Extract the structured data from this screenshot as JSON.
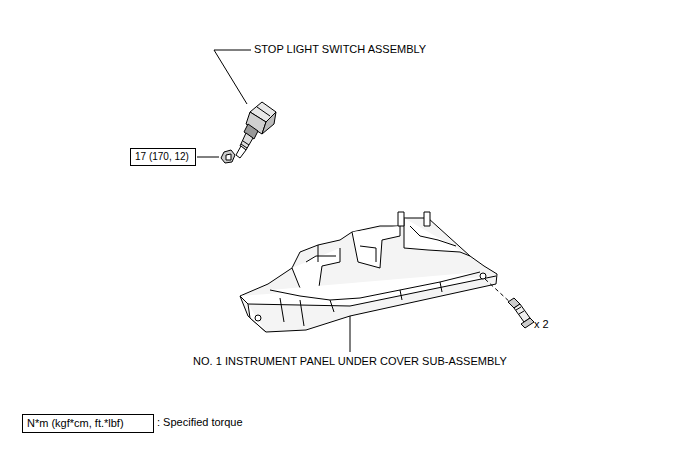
{
  "diagram": {
    "nodes": [
      {
        "text": [
          "17 (170, 12)"
        ]
      },
      {
        "text": [
          "N*m (kgf*cm, ft.*lbf)"
        ]
      }
    ],
    "labels": [
      "STOP LIGHT SWITCH ASSEMBLY",
      "x 2",
      "NO. 1 INSTRUMENT PANEL UNDER COVER SUB-ASSEMBLY",
      ": Specified torque"
    ]
  }
}
